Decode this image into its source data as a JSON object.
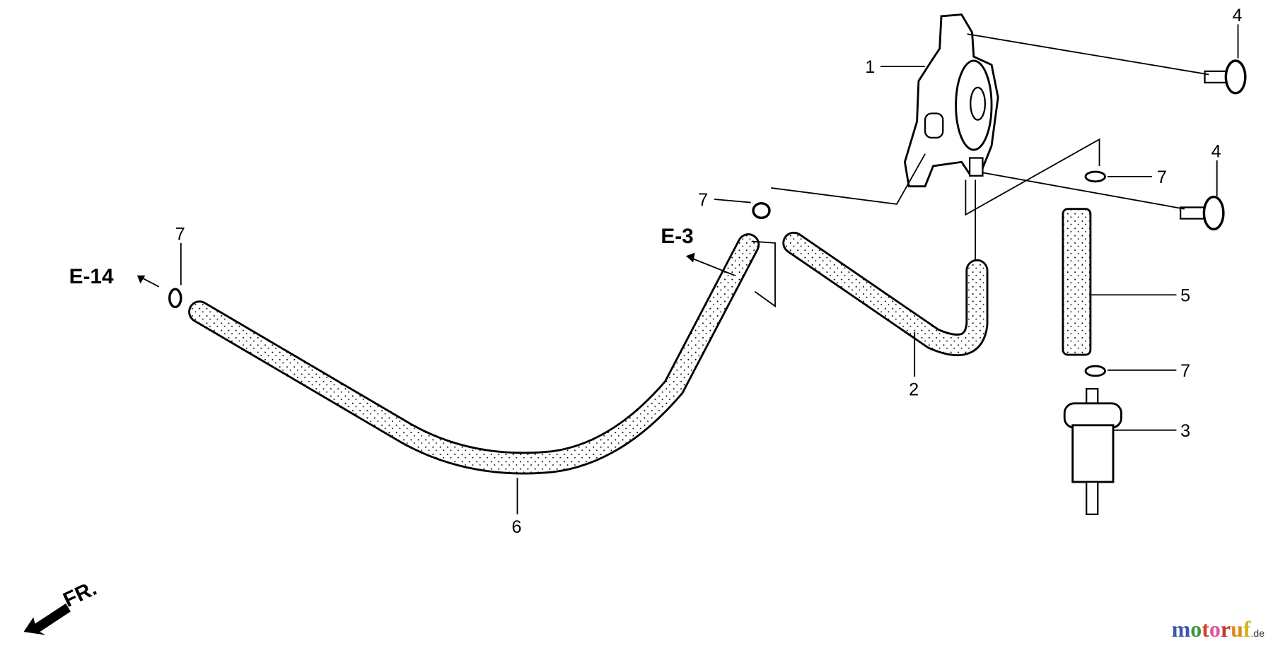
{
  "diagram": {
    "callouts": {
      "pump": "1",
      "hose_short": "2",
      "filter": "3",
      "bolt_upper": "4",
      "bolt_lower": "4",
      "tube": "5",
      "hose_long": "6",
      "clip_right_upper": "7",
      "clip_right_lower": "7",
      "clip_center": "7",
      "clip_left": "7"
    },
    "references": {
      "left": "E-14",
      "center": "E-3"
    },
    "front_marker": "FR.",
    "logo": {
      "main": "motoruf",
      "suffix": ".de"
    }
  }
}
